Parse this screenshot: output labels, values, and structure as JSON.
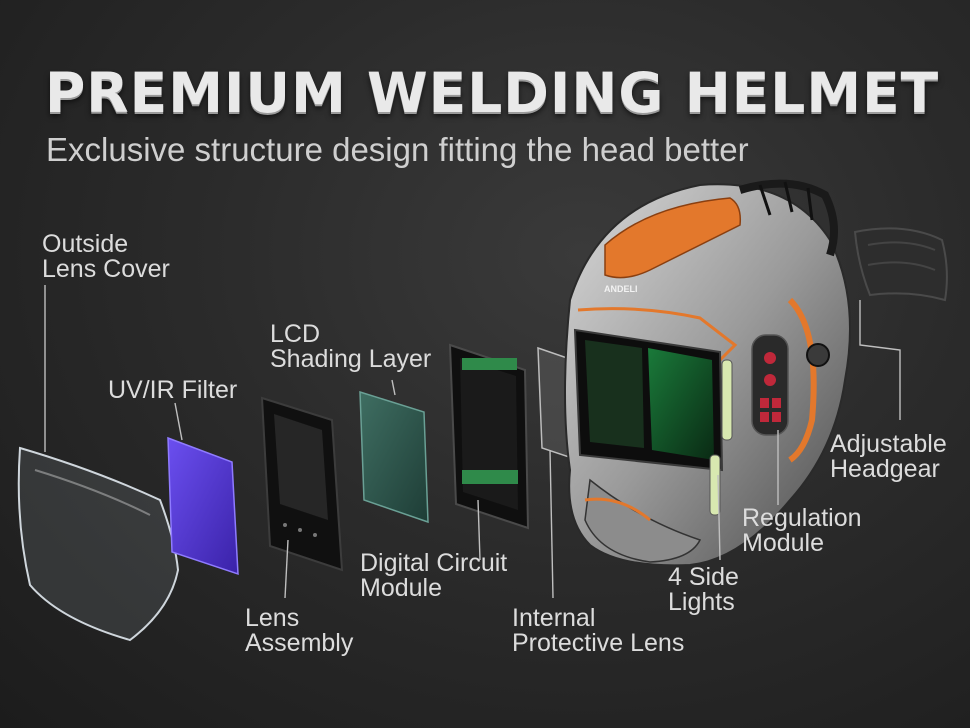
{
  "title": "PREMIUM WELDING HELMET",
  "subtitle": "Exclusive structure design fitting the head better",
  "brand_mark": "ANDELI",
  "labels": {
    "outside_lens_cover": [
      "Outside",
      "Lens Cover"
    ],
    "uv_ir_filter": [
      "UV/IR Filter"
    ],
    "lcd_shading_layer": [
      "LCD",
      "Shading Layer"
    ],
    "lens_assembly": [
      "Lens",
      "Assembly"
    ],
    "digital_circuit_module": [
      "Digital Circuit",
      "Module"
    ],
    "internal_protective_lens": [
      "Internal",
      "Protective Lens"
    ],
    "four_side_lights": [
      "4 Side",
      "Lights"
    ],
    "regulation_module": [
      "Regulation",
      "Module"
    ],
    "adjustable_headgear": [
      "Adjustable",
      "Headgear"
    ]
  },
  "colors": {
    "accent_orange": "#e3782c",
    "uv_filter_purple": "#5b3fd6",
    "lcd_green": "#1f6b3c",
    "control_red": "#c0283a",
    "background": "#2b2b2b"
  }
}
